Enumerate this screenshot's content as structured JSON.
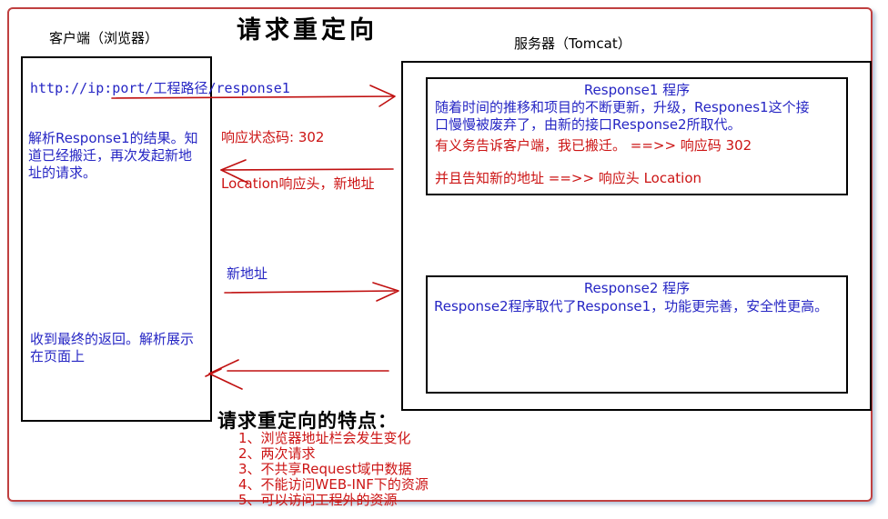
{
  "page": {
    "title": "请求重定向",
    "client_label": "客户端（浏览器）",
    "server_label": "服务器（Tomcat）"
  },
  "client": {
    "request_url": "http://ip:port/工程路径/response1",
    "parse_text": "解析Response1的结果。知\n道已经搬迁，再次发起新地\n址的请求。",
    "receive_text": "收到最终的返回。解析展示\n在页面上"
  },
  "messages": {
    "status_code": "响应状态码: 302",
    "location_header": "Location响应头，新地址",
    "new_address": "新地址"
  },
  "server": {
    "response1": {
      "title": "Response1 程序",
      "body": "随着时间的推移和项目的不断更新，升级，Respones1这个接\n口慢慢被废弃了，由新的接口Response2所取代。",
      "note_moved": "有义务告诉客户端，我已搬迁。 ==>> 响应码 302",
      "note_location": "并且告知新的地址   ==>> 响应头 Location"
    },
    "response2": {
      "title": "Response2 程序",
      "body": "Response2程序取代了Response1，功能更完善，安全性更高。"
    }
  },
  "features": {
    "title": "请求重定向的特点：",
    "items": [
      "1、浏览器地址栏会发生变化",
      "2、两次请求",
      "3、不共享Request域中数据",
      "4、不能访问WEB-INF下的资源",
      "5、可以访问工程外的资源"
    ]
  },
  "colors": {
    "text_blue": "#2626c4",
    "text_red": "#cc1414",
    "frame_red": "#c04040",
    "box_black": "#000000"
  }
}
